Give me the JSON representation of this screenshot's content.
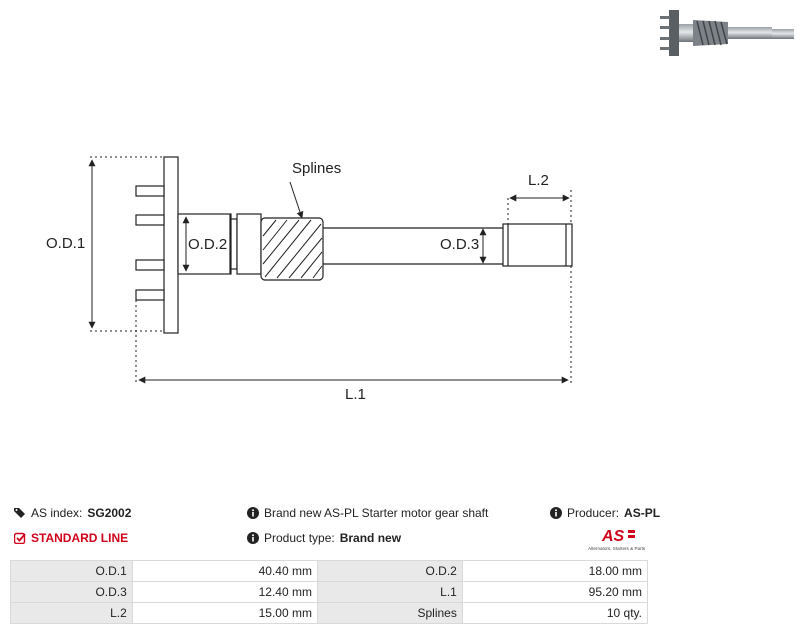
{
  "drawing": {
    "label_od1": "O.D.1",
    "label_od2": "O.D.2",
    "label_od3": "O.D.3",
    "label_l1": "L.1",
    "label_l2": "L.2",
    "label_splines": "Splines"
  },
  "info": {
    "as_index_label": "AS index:",
    "as_index_value": "SG2002",
    "line": "STANDARD LINE",
    "description": "Brand new AS-PL Starter motor gear shaft",
    "product_type_label": "Product type:",
    "product_type_value": "Brand new",
    "producer_label": "Producer:",
    "producer_value": "AS-PL"
  },
  "logo": {
    "text": "AS",
    "tagline": "Alternators, Starters & Parts",
    "color": "#d0021b"
  },
  "specs": [
    {
      "label1": "O.D.1",
      "value1": "40.40 mm",
      "label2": "O.D.2",
      "value2": "18.00 mm"
    },
    {
      "label1": "O.D.3",
      "value1": "12.40 mm",
      "label2": "L.1",
      "value2": "95.20 mm"
    },
    {
      "label1": "L.2",
      "value1": "15.00 mm",
      "label2": "Splines",
      "value2": "10 qty."
    }
  ]
}
